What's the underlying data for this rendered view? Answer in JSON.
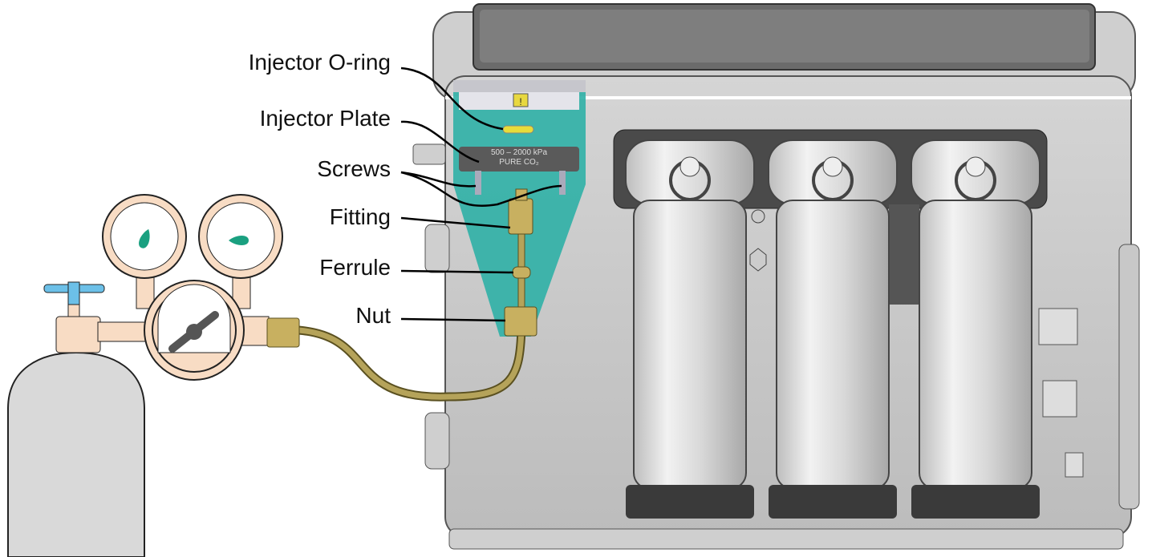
{
  "labels": {
    "oring": "Injector O-ring",
    "plate": "Injector Plate",
    "screws": "Screws",
    "fitting": "Fitting",
    "ferrule": "Ferrule",
    "nut": "Nut"
  },
  "plate_text": {
    "line1": "500 – 2000 kPa",
    "line2": "PURE CO₂"
  },
  "colors": {
    "highlight": "#2fb0a6",
    "brass": "#c8b060",
    "gauge_face": "#f8dcc4",
    "cylinder": "#d9d9d9"
  }
}
